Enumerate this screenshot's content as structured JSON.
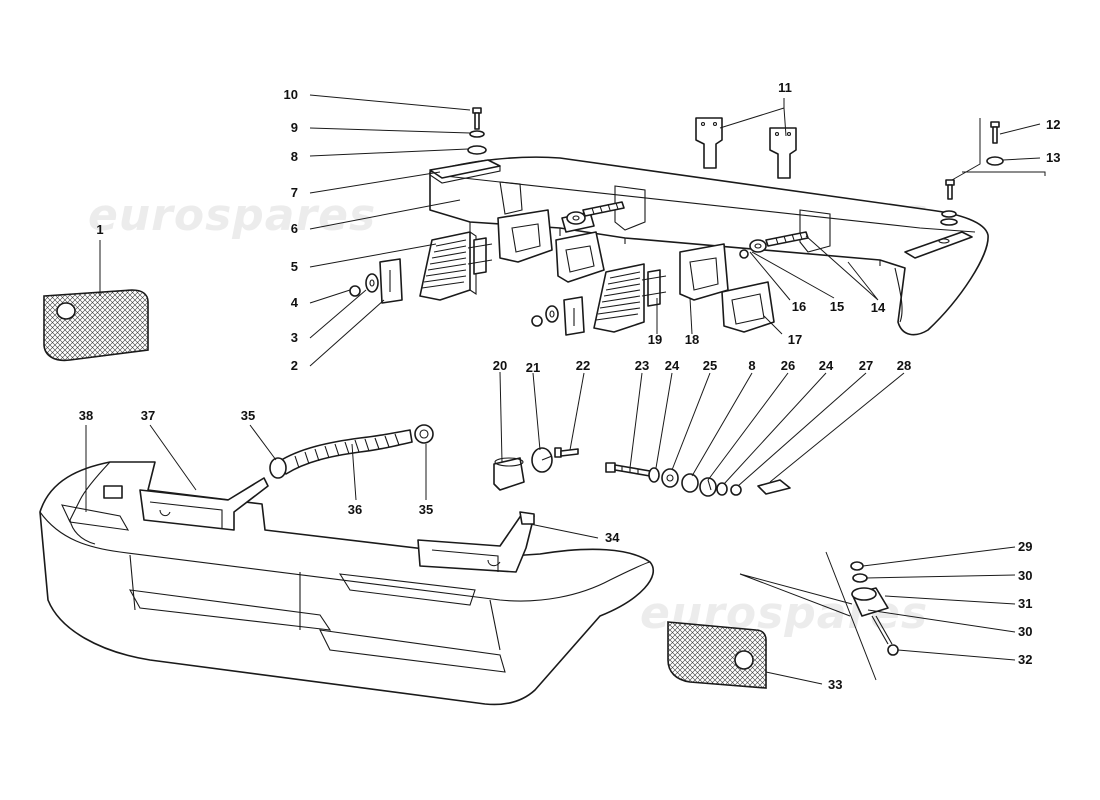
{
  "watermark": "eurospares",
  "colors": {
    "line": "#1a1a1a",
    "watermark": "#ececec",
    "background": "#ffffff"
  },
  "callouts": [
    "1",
    "2",
    "3",
    "4",
    "5",
    "6",
    "7",
    "8",
    "9",
    "10",
    "11",
    "12",
    "13",
    "14",
    "15",
    "16",
    "17",
    "18",
    "19",
    "20",
    "21",
    "22",
    "23",
    "24",
    "25",
    "26",
    "27",
    "28",
    "29",
    "30",
    "31",
    "32",
    "33",
    "34",
    "35",
    "36",
    "37",
    "38"
  ]
}
